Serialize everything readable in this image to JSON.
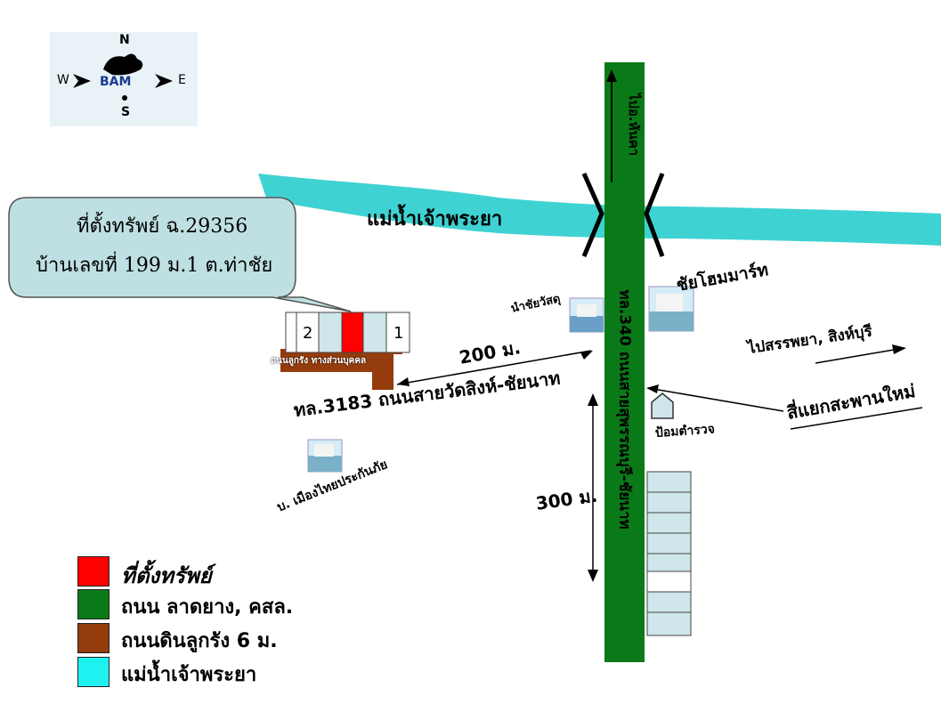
{
  "compass": {
    "north": "N",
    "south": "S",
    "east": "E",
    "west": "W",
    "logo": "BAM"
  },
  "callout": {
    "line1": "ที่ตั้งทรัพย์ ฉ.29356",
    "line2": "บ้านเลขที่ 199 ม.1 ต.ท่าชัย"
  },
  "labels": {
    "river": "แม่น้ำเจ้าพระยา",
    "main_road": "ทล.340 ถนนสายสุพรรณบุรี-ชัยนาท",
    "to_north": "ไปอ.หันคา",
    "side_road": "ทล.3183 ถนนสายวัดสิงห์-ชัยนาท",
    "dirt_road": "ถนนลูกรัง ทางส่วนบุคคล",
    "plot_right": "1",
    "plot_left": "2",
    "dist_200": "200 ม.",
    "dist_300": "300 ม.",
    "shop_left": "นำชัยวัสดุ",
    "shop_right": "ชัยโฮมมาร์ท",
    "insurance": "บ. เมืองไทยประกันภัย",
    "police": "ป้อมตำรวจ",
    "junction": "สี่แยกสะพานใหม่",
    "to_east": "ไปสรรพยา, สิงห์บุรี"
  },
  "legend": [
    {
      "text": "ที่ตั้งทรัพย์",
      "color": "#ff0000"
    },
    {
      "text": "ถนน ลาดยาง, คสล.",
      "color": "#0a7a18"
    },
    {
      "text": "ถนนดินลูกรัง 6 ม.",
      "color": "#943c0c"
    },
    {
      "text": "แม่น้ำเจ้าพระยา",
      "color": "#1ff0f0"
    }
  ],
  "colors": {
    "road": "#0a7a18",
    "river": "#3fd2d2",
    "dirt": "#943c0c",
    "property": "#ff0000",
    "building": "#cfe6ea",
    "callout": "#bfe0e2"
  }
}
